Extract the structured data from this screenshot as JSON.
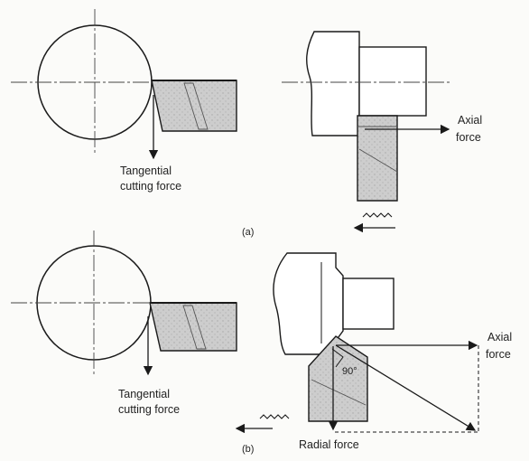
{
  "figure": {
    "panel_a": {
      "caption": "(a)",
      "left_label_1": "Tangential",
      "left_label_2": "cutting force",
      "right_label_1": "Axial",
      "right_label_2": "force"
    },
    "panel_b": {
      "caption": "(b)",
      "left_label_1": "Tangential",
      "left_label_2": "cutting force",
      "right_label_1": "Axial",
      "right_label_2": "force",
      "angle_label": "90°",
      "radial_label": "Radial force"
    },
    "colors": {
      "line": "#1a1a1a",
      "tool_fill": "#cfcfcf",
      "background": "#fbfbf9"
    }
  }
}
